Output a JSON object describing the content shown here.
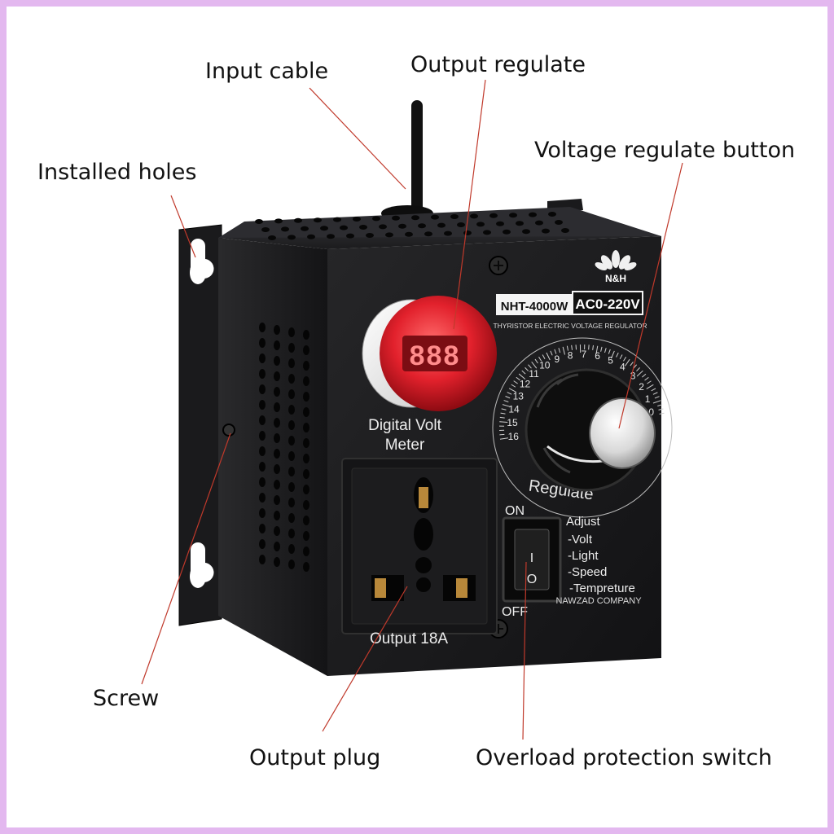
{
  "callouts": {
    "input_cable": "Input cable",
    "output_regulate": "Output regulate",
    "voltage_regulate_button": "Voltage regulate button",
    "installed_holes": "Installed holes",
    "screw": "Screw",
    "output_plug": "Output plug",
    "overload_protection_switch": "Overload protection switch"
  },
  "device": {
    "brand": "N&H",
    "model": "NHT-4000W",
    "voltage_range": "AC0-220V",
    "subtitle": "THYRISTOR ELECTRIC VOLTAGE REGULATOR",
    "meter_display": "888",
    "meter_label_line1": "Digital Volt",
    "meter_label_line2": "Meter",
    "dial_numbers": [
      "0",
      "1",
      "2",
      "3",
      "4",
      "5",
      "6",
      "7",
      "8",
      "9",
      "10",
      "11",
      "12",
      "13",
      "14",
      "15",
      "16"
    ],
    "dial_label": "Regulate",
    "switch_on": "ON",
    "switch_off": "OFF",
    "switch_mark_on": "I",
    "switch_mark_off": "O",
    "adjust_lines": [
      "Adjust",
      "-Volt",
      "-Light",
      "-Speed",
      "-Tempreture"
    ],
    "company": "NAWZAD COMPANY",
    "output_label": "Output 18A"
  },
  "colors": {
    "frame": "#e3b8ef",
    "leader_line": "#c0392b",
    "body": "#1c1c1e",
    "meter_red": "#e2212c"
  }
}
